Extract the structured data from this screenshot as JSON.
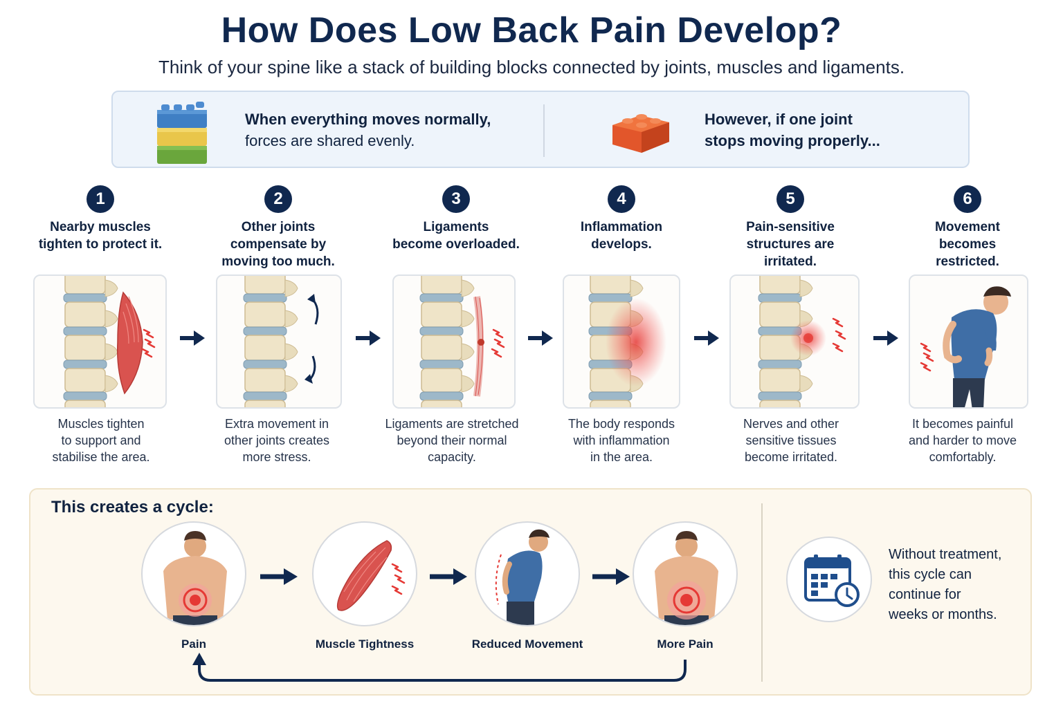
{
  "header": {
    "title": "How Does Low Back Pain Develop?",
    "subtitle": "Think of your spine like a stack of building blocks connected by joints, muscles and ligaments."
  },
  "intro": {
    "left_bold": "When everything moves normally,",
    "left_text": "forces are shared evenly.",
    "right_line1": "However, if one joint",
    "right_line2": "stops moving properly..."
  },
  "steps": [
    {
      "number": "1",
      "title_l1": "Nearby muscles",
      "title_l2": "tighten to protect it.",
      "title_l3": "",
      "desc_l1": "Muscles tighten",
      "desc_l2": "to support and",
      "desc_l3": "stabilise the area."
    },
    {
      "number": "2",
      "title_l1": "Other joints",
      "title_l2": "compensate by",
      "title_l3": "moving too much.",
      "desc_l1": "Extra movement in",
      "desc_l2": "other joints creates",
      "desc_l3": "more stress."
    },
    {
      "number": "3",
      "title_l1": "Ligaments",
      "title_l2": "become overloaded.",
      "title_l3": "",
      "desc_l1": "Ligaments are stretched",
      "desc_l2": "beyond their normal",
      "desc_l3": "capacity."
    },
    {
      "number": "4",
      "title_l1": "Inflammation",
      "title_l2": "develops.",
      "title_l3": "",
      "desc_l1": "The body responds",
      "desc_l2": "with inflammation",
      "desc_l3": "in the area."
    },
    {
      "number": "5",
      "title_l1": "Pain-sensitive",
      "title_l2": "structures are",
      "title_l3": "irritated.",
      "desc_l1": "Nerves and other",
      "desc_l2": "sensitive tissues",
      "desc_l3": "become irritated."
    },
    {
      "number": "6",
      "title_l1": "Movement",
      "title_l2": "becomes",
      "title_l3": "restricted.",
      "desc_l1": "It becomes painful",
      "desc_l2": "and harder to move",
      "desc_l3": "comfortably."
    }
  ],
  "cycle": {
    "title": "This creates a cycle:",
    "labels": [
      "Pain",
      "Muscle Tightness",
      "Reduced Movement",
      "More Pain"
    ],
    "note_l1": "Without treatment,",
    "note_l2": "this cycle can",
    "note_l3": "continue for",
    "note_l4": "weeks or months."
  },
  "colors": {
    "navy": "#10284f",
    "pain_red": "#e53935",
    "muscle_red": "#d9534f",
    "bone": "#efe4c8",
    "disc": "#9db8c9",
    "shirt": "#3f6ea6",
    "block_blue": "#3f7fc4",
    "block_yellow": "#e9c64a",
    "block_green": "#6aa63c",
    "block_orange": "#e2562b"
  }
}
